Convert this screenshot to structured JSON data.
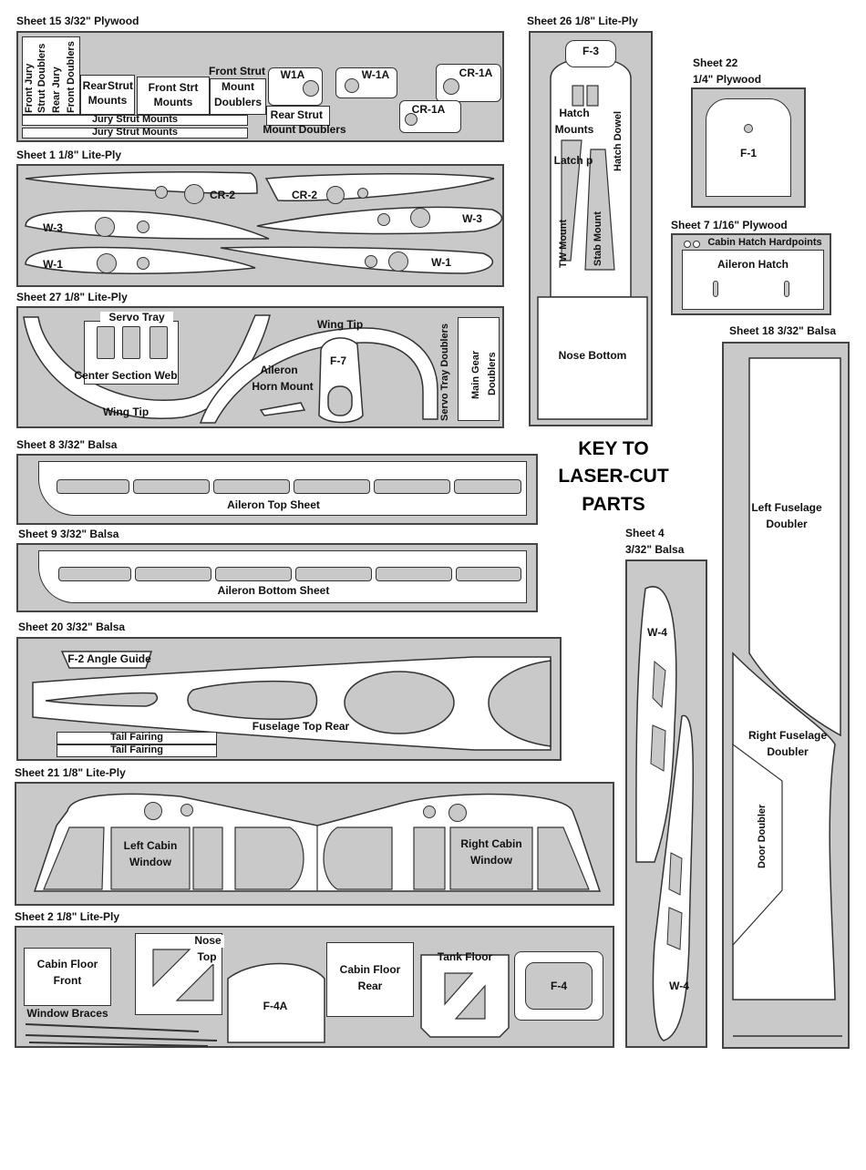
{
  "key_title": [
    "KEY TO",
    "LASER-CUT",
    "PARTS"
  ],
  "sheets": {
    "s15": {
      "title": "Sheet 15 3/32\" Plywood",
      "parts": {
        "front_jury": "Front Jury",
        "strut_doublers": "Strut Doublers",
        "rear_jury": "Rear Jury",
        "front_doublers": "Front Doublers",
        "rear": "Rear",
        "strut": "Strut",
        "mounts": "Mounts",
        "front_strt": "Front Strt",
        "mounts2": "Mounts",
        "front_strut": "Front Strut",
        "mount": "Mount",
        "doublers": "Doublers",
        "w1a": "W1A",
        "w1a2": "W-1A",
        "cr1a": "CR-1A",
        "cr1a2": "CR-1A",
        "rear2": "Rear",
        "strut2": "Strut",
        "mount_doublers": "Mount Doublers",
        "jury1": "Jury Strut Mounts",
        "jury2": "Jury Strut Mounts"
      }
    },
    "s1": {
      "title": "Sheet 1 1/8\" Lite-Ply",
      "parts": {
        "cr2a": "CR-2",
        "cr2b": "CR-2",
        "w3a": "W-3",
        "w3b": "W-3",
        "w1a": "W-1",
        "w1b": "W-1"
      }
    },
    "s27": {
      "title": "Sheet 27 1/8\" Lite-Ply",
      "parts": {
        "servo_tray": "Servo Tray",
        "center_section_web": "Center Section Web",
        "wing_tip_a": "Wing Tip",
        "wing_tip_b": "Wing Tip",
        "aileron": "Aileron",
        "horn_mount": "Horn Mount",
        "f7": "F-7",
        "servo_tray_doublers": "Servo Tray Doublers",
        "main_gear": "Main Gear",
        "doublers": "Doublers"
      }
    },
    "s8": {
      "title": "Sheet 8 3/32\" Balsa",
      "parts": {
        "aileron_top": "Aileron Top Sheet"
      }
    },
    "s9": {
      "title": "Sheet 9 3/32\" Balsa",
      "parts": {
        "aileron_bottom": "Aileron Bottom Sheet"
      }
    },
    "s20": {
      "title": "Sheet 20 3/32\" Balsa",
      "parts": {
        "f2_guide": "F-2 Angle Guide",
        "fuse_top_rear": "Fuselage Top Rear",
        "tail1": "Tail Fairing",
        "tail2": "Tail Fairing"
      }
    },
    "s21": {
      "title": "Sheet 21 1/8\" Lite-Ply",
      "parts": {
        "left_cabin": "Left Cabin",
        "window_l": "Window",
        "right_cabin": "Right Cabin",
        "window_r": "Window"
      }
    },
    "s2": {
      "title": "Sheet 2 1/8\" Lite-Ply",
      "parts": {
        "cabin_floor": "Cabin Floor",
        "front": "Front",
        "nose": "Nose",
        "top": "Top",
        "f4a": "F-4A",
        "cabin_floor2": "Cabin Floor",
        "rear": "Rear",
        "tank_floor": "Tank Floor",
        "f4": "F-4",
        "window_braces": "Window Braces"
      }
    },
    "s26": {
      "title": "Sheet 26 1/8\" Lite-Ply",
      "parts": {
        "f3": "F-3",
        "hatch": "Hatch",
        "mounts": "Mounts",
        "latch": "Latch p",
        "hatch_dowel": "Hatch Dowel",
        "tw_mount": "TW Mount",
        "stab_mount": "Stab Mount",
        "nose_bottom": "Nose Bottom"
      }
    },
    "s22": {
      "title": "Sheet 22",
      "subtitle": "1/4\" Plywood",
      "parts": {
        "f1": "F-1"
      }
    },
    "s7": {
      "title": "Sheet 7 1/16\" Plywood",
      "parts": {
        "hardpoints": "Cabin Hatch Hardpoints",
        "aileron_hatch": "Aileron Hatch"
      }
    },
    "s18": {
      "title": "Sheet 18 3/32\" Balsa",
      "parts": {
        "left_fuse": "Left Fuselage",
        "doubler1": "Doubler",
        "right_fuse": "Right Fuselage",
        "doubler2": "Doubler",
        "door_doubler": "Door Doubler"
      }
    },
    "s4": {
      "title": "Sheet 4",
      "subtitle": "3/32\" Balsa",
      "parts": {
        "w4a": "W-4",
        "w4b": "W-4"
      }
    }
  }
}
